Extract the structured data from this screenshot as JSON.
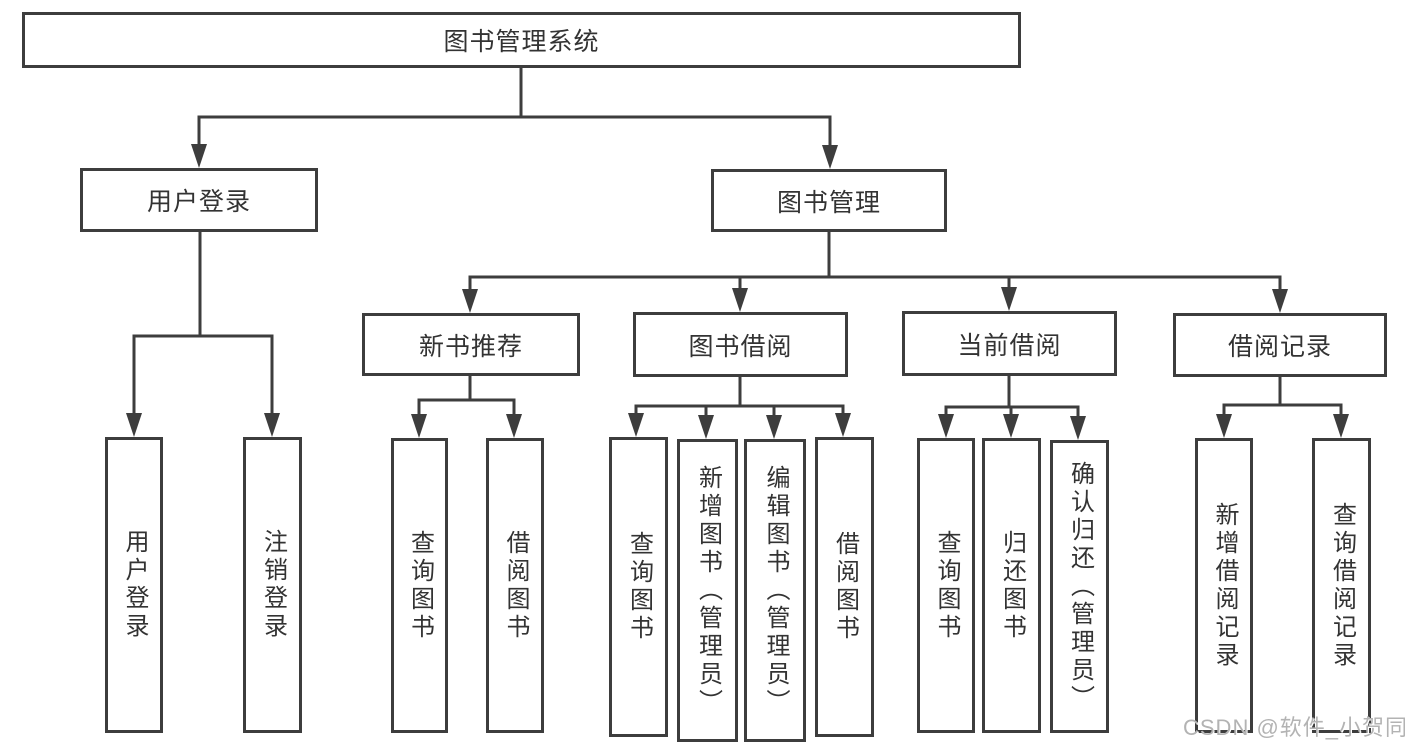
{
  "page": {
    "watermark": "CSDN @软件_小贺同学",
    "colors": {
      "background": "#ffffff",
      "line": "#3d3d3d",
      "box_border": "#3d3d3d",
      "box_fill": "#ffffff",
      "text": "#333333",
      "watermark": "#b3b3b3"
    }
  },
  "tree": {
    "root": "图书管理系统",
    "children": [
      {
        "label": "用户登录",
        "children": [
          {
            "label": "用户登录"
          },
          {
            "label": "注销登录"
          }
        ]
      },
      {
        "label": "图书管理",
        "children": [
          {
            "label": "新书推荐",
            "children": [
              {
                "label": "查询图书"
              },
              {
                "label": "借阅图书"
              }
            ]
          },
          {
            "label": "图书借阅",
            "children": [
              {
                "label": "查询图书"
              },
              {
                "label": "新增图书（管理员）"
              },
              {
                "label": "编辑图书（管理员）"
              },
              {
                "label": "借阅图书"
              }
            ]
          },
          {
            "label": "当前借阅",
            "children": [
              {
                "label": "查询图书"
              },
              {
                "label": "归还图书"
              },
              {
                "label": "确认归还（管理员）"
              }
            ]
          },
          {
            "label": "借阅记录",
            "children": [
              {
                "label": "新增借阅记录"
              },
              {
                "label": "查询借阅记录"
              }
            ]
          }
        ]
      }
    ]
  }
}
